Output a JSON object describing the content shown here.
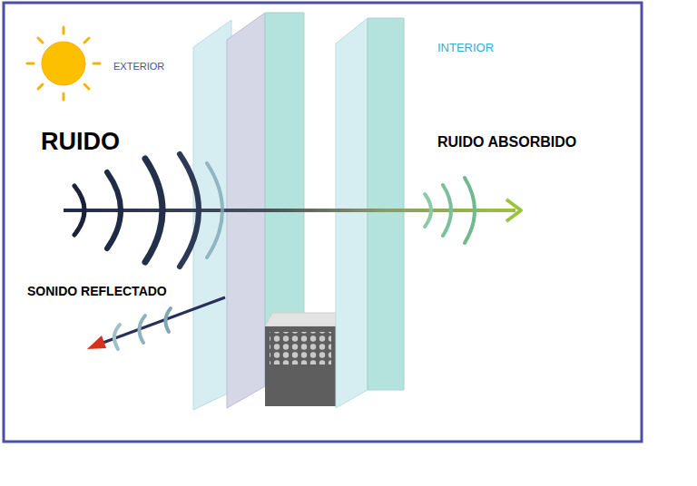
{
  "diagram": {
    "labels": [
      "EXTERIOR",
      "INTERIOR",
      "RUIDO",
      "RUIDO ABSORBIDO",
      "SONIDO REFLECTADO"
    ]
  }
}
